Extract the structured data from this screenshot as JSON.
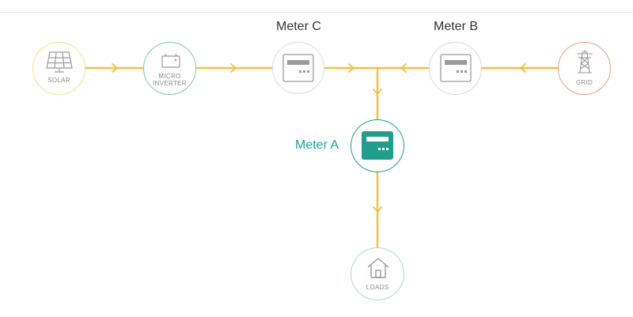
{
  "nodes": {
    "solar": {
      "caption": "SOLAR",
      "ring_color": "#f0e58c"
    },
    "micro_inverter": {
      "caption_line1": "MICRO",
      "caption_line2": "INVERTER",
      "ring_color": "#7fc8b8"
    },
    "grid": {
      "caption": "GRID",
      "ring_color": "#e8a07e"
    },
    "loads": {
      "caption": "LOADS",
      "ring_color": "#b9d6d0"
    }
  },
  "meters": {
    "meter_c": {
      "label": "Meter C"
    },
    "meter_b": {
      "label": "Meter B"
    },
    "meter_a": {
      "label": "Meter A",
      "active": true
    }
  },
  "colors": {
    "wire": "#f0c24a",
    "active_meter": "#1f9e8c",
    "icon_gray": "#9a9a9a"
  }
}
